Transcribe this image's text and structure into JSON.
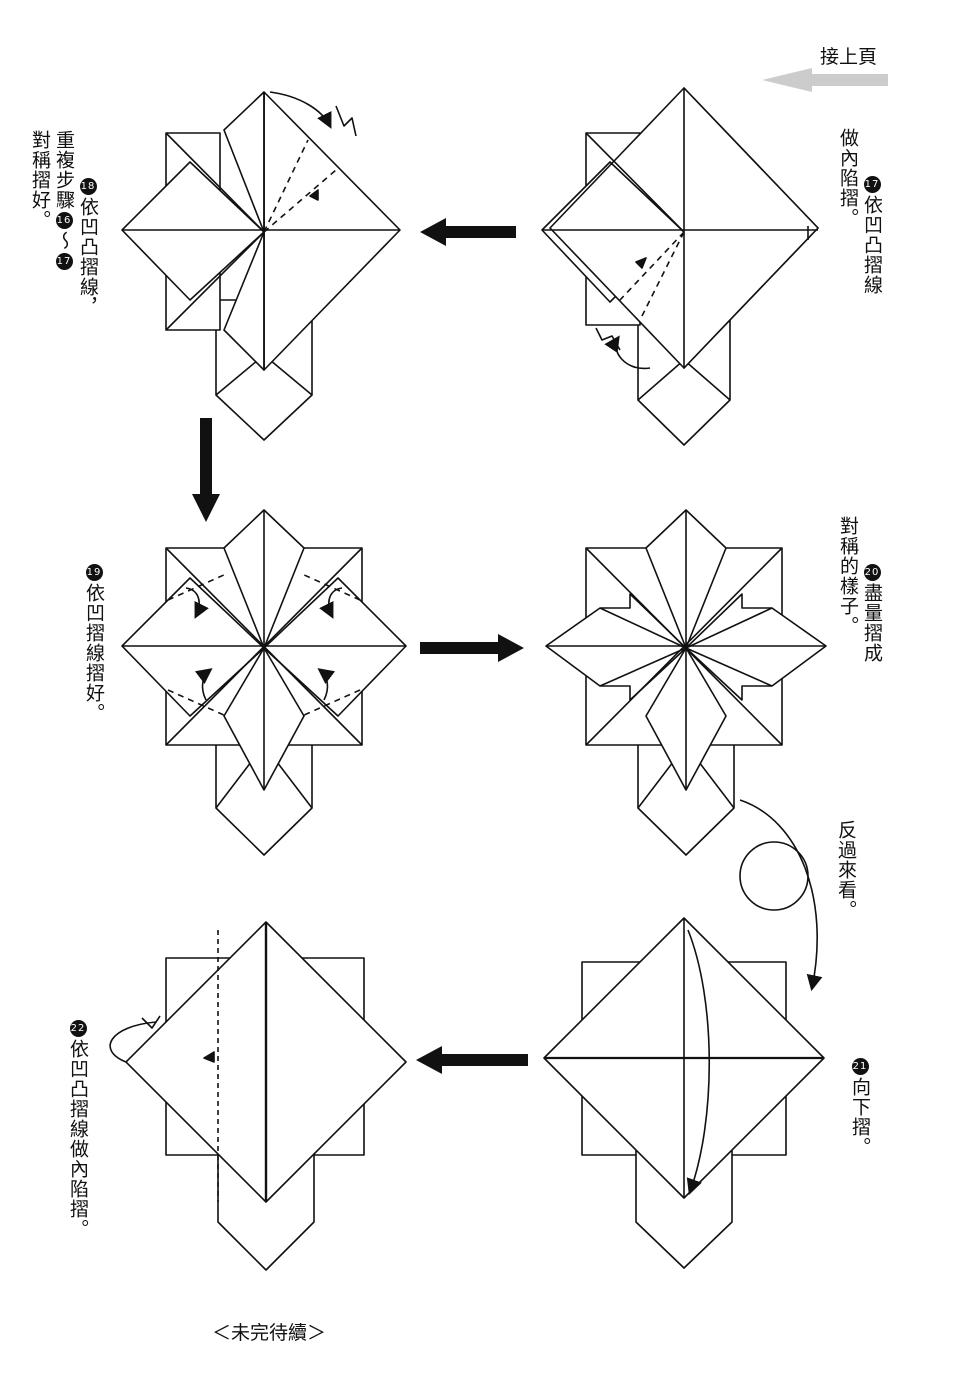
{
  "header": {
    "continued": "接上頁"
  },
  "steps": [
    {
      "num": "17",
      "lines": [
        "依凹凸摺線",
        "做內陷摺。"
      ]
    },
    {
      "num": "18",
      "lines": [
        "依凹凸摺線，",
        "重複步驟",
        "對稱摺好。"
      ],
      "ref_from": "16",
      "ref_sep": "～",
      "ref_to": "17"
    },
    {
      "num": "19",
      "lines": [
        "依凹摺線摺好。"
      ]
    },
    {
      "num": "20",
      "lines": [
        "盡量摺成",
        "對稱的樣子。"
      ]
    },
    {
      "num": "21",
      "lines": [
        "向下摺。"
      ]
    },
    {
      "num": "22",
      "lines": [
        "依凹凸摺線做內陷摺。"
      ]
    }
  ],
  "flip": {
    "label": "反過來看。"
  },
  "footer": {
    "text": "＜未完待續＞"
  },
  "colors": {
    "ink": "#111111",
    "paper": "#ffffff",
    "arrow_gray": "#cccccc"
  }
}
